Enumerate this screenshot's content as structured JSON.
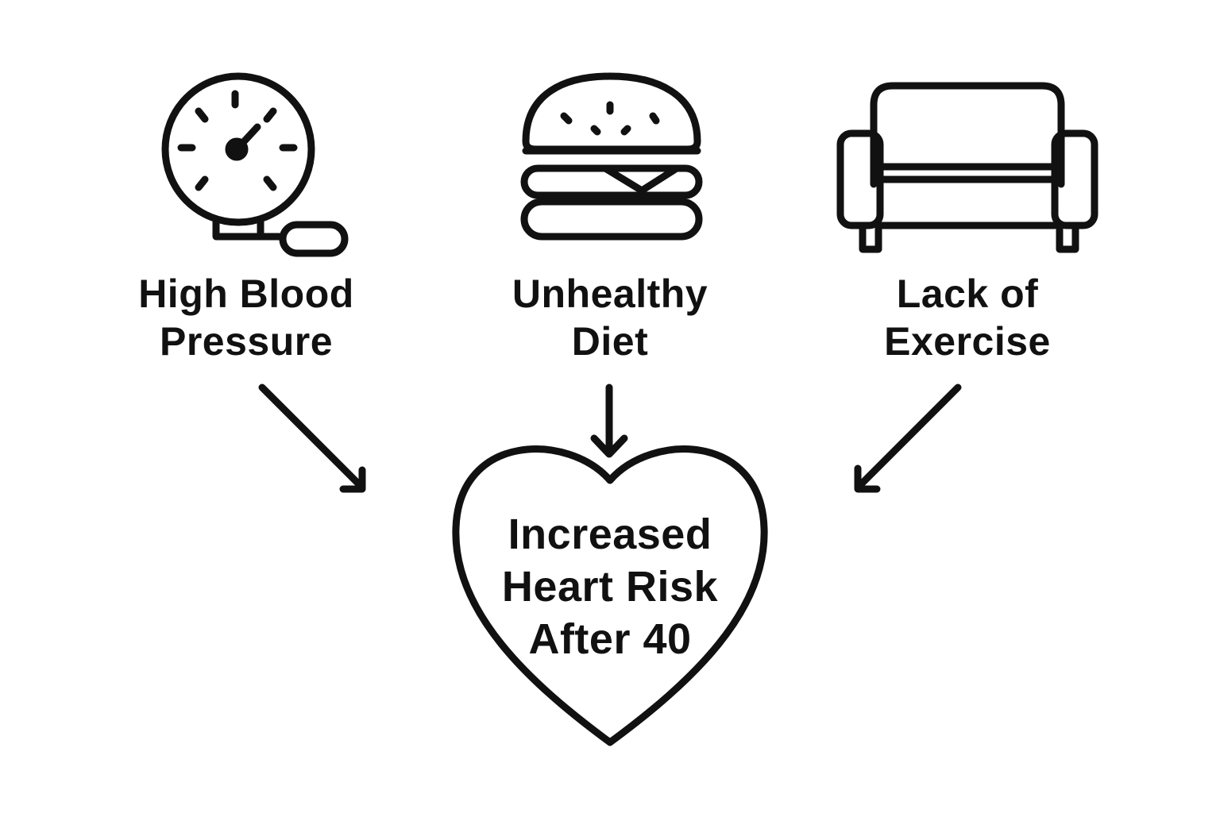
{
  "colors": {
    "ink": "#111111",
    "background": "#ffffff"
  },
  "factors": [
    {
      "icon": "blood-pressure-gauge-icon",
      "label_lines": [
        "High Blood",
        "Pressure"
      ]
    },
    {
      "icon": "burger-icon",
      "label_lines": [
        "Unhealthy",
        "Diet"
      ]
    },
    {
      "icon": "couch-icon",
      "label_lines": [
        "Lack of",
        "Exercise"
      ]
    }
  ],
  "outcome": {
    "icon": "heart-icon",
    "label_lines": [
      "Increased",
      "Heart Risk",
      "After 40"
    ]
  }
}
